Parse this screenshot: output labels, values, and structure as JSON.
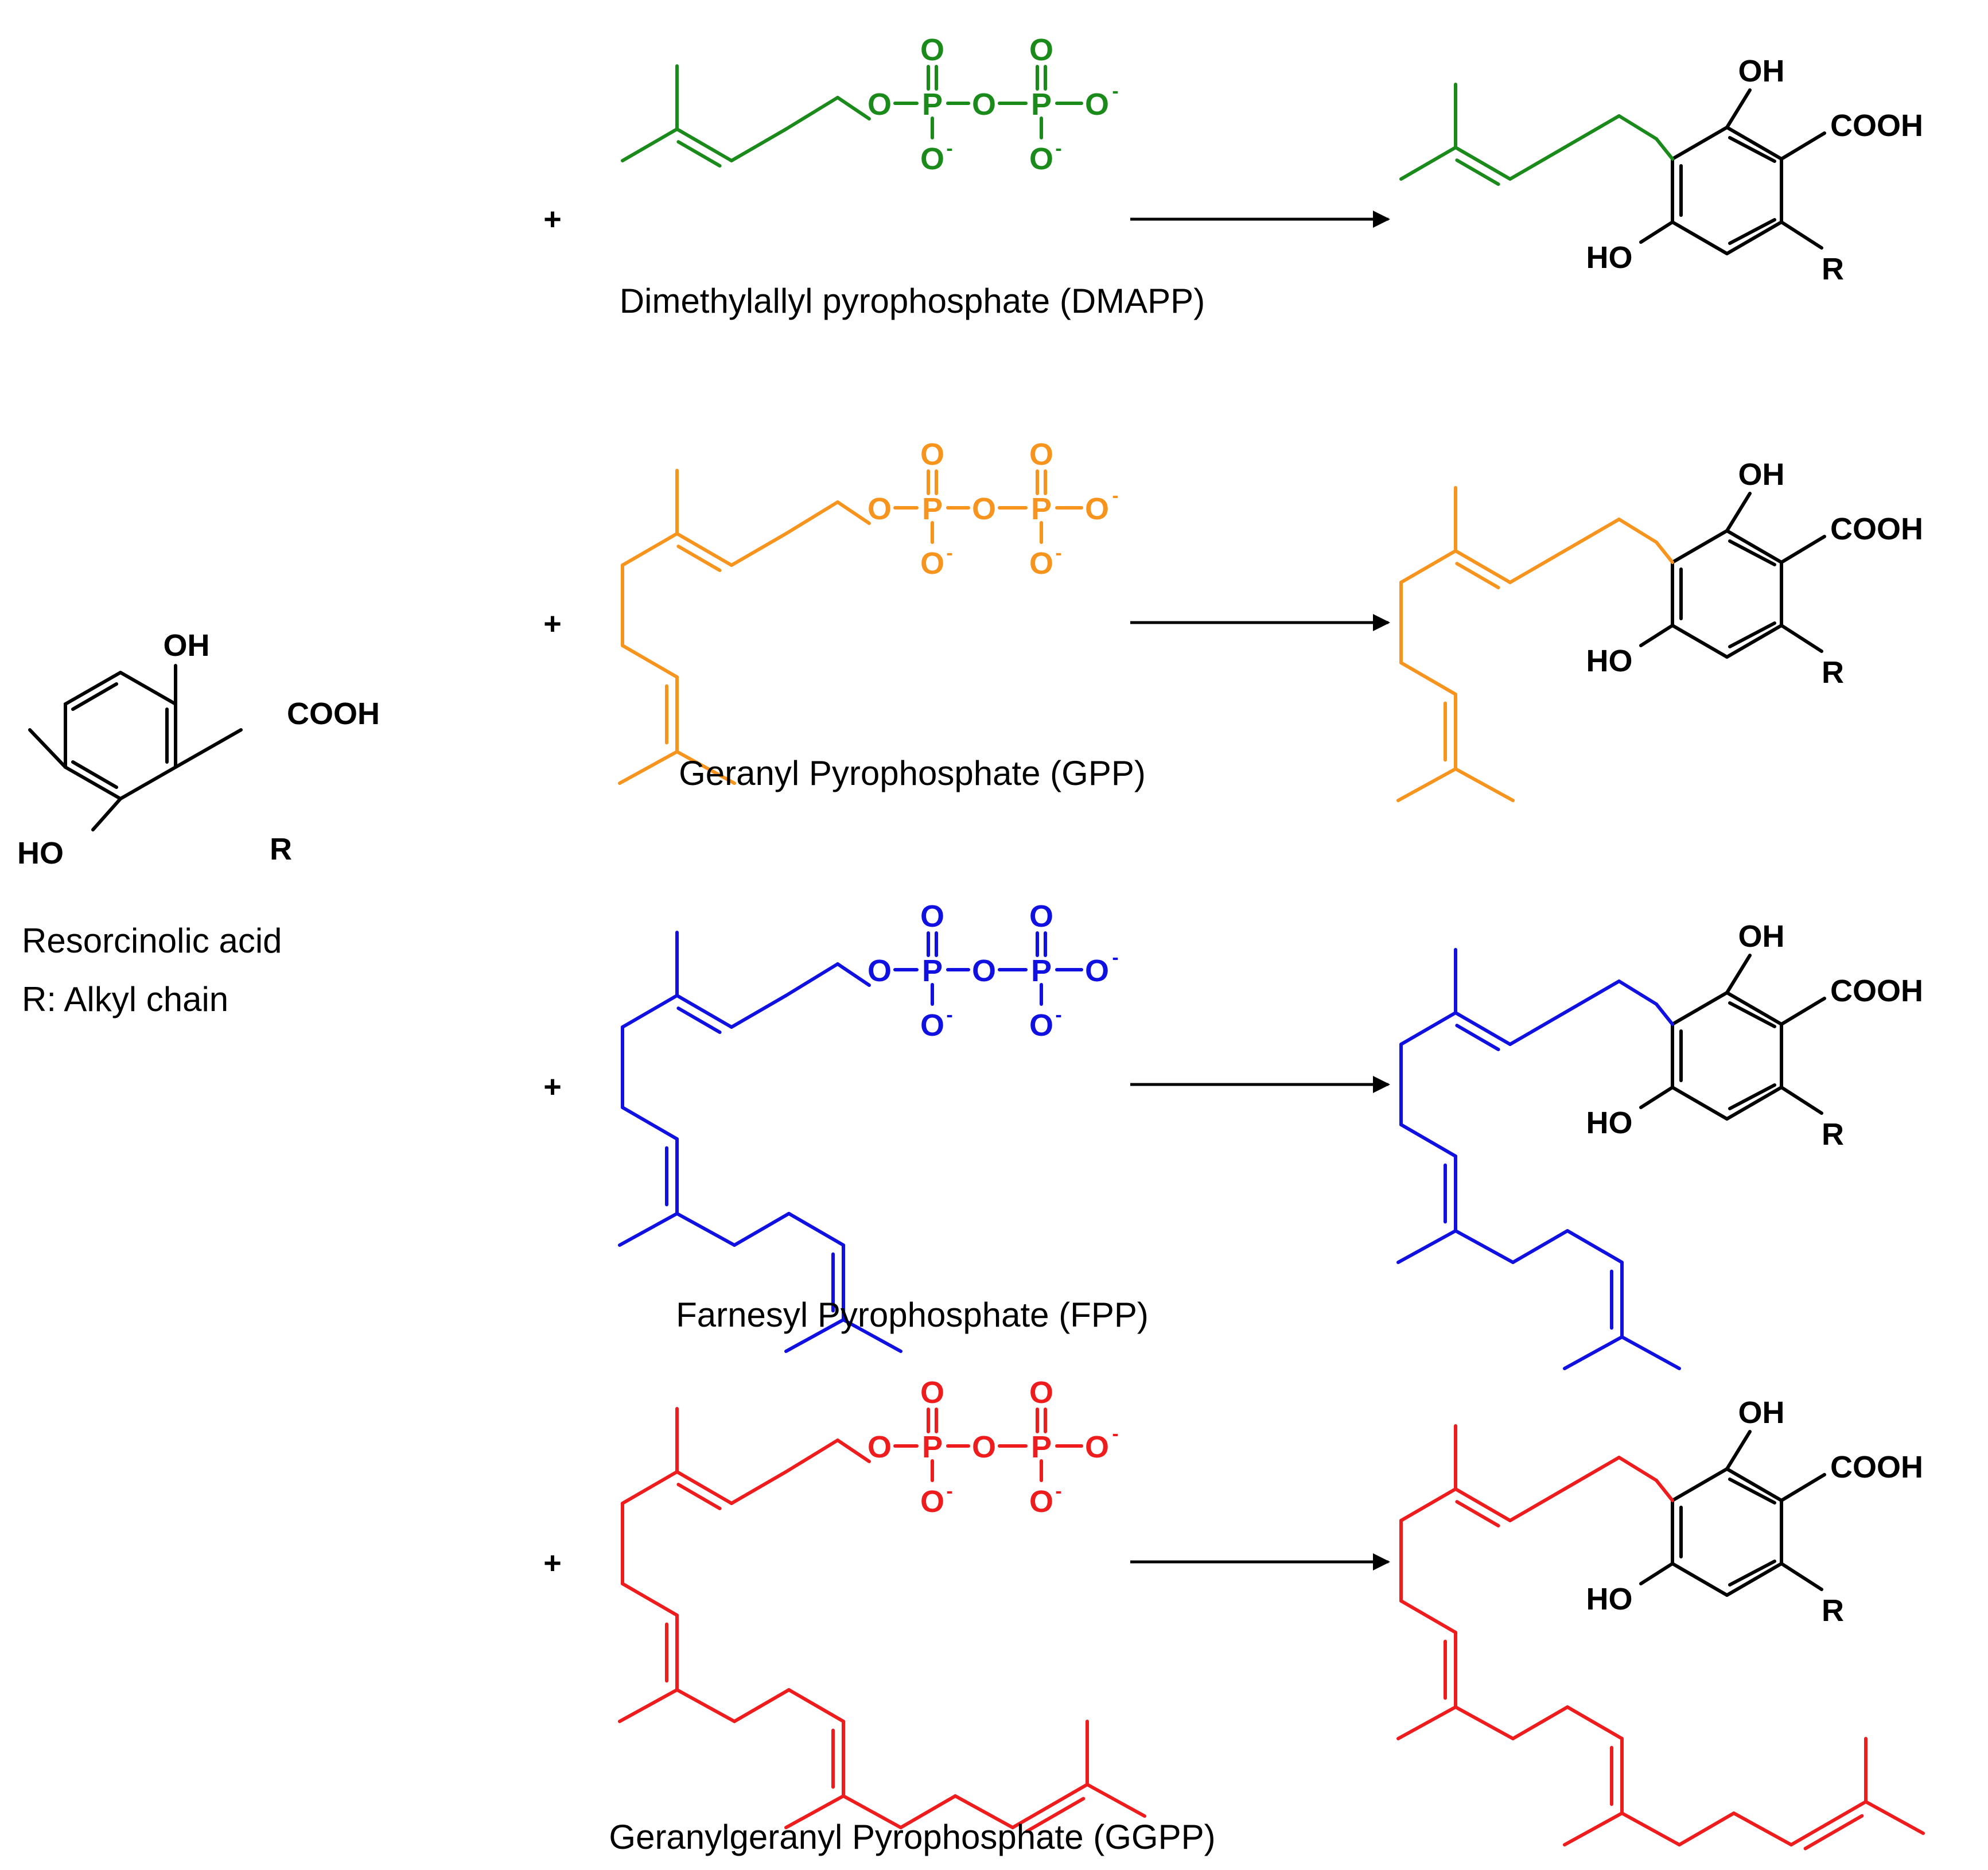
{
  "resorcinolic": {
    "name": "Resorcinolic acid",
    "r_note": "R: Alkyl chain",
    "oh": "OH",
    "cooh": "COOH",
    "ho": "HO",
    "r": "R"
  },
  "plus_sign": "+",
  "phosphate_labels": {
    "o": "O",
    "p": "P",
    "charge": "-"
  },
  "reactions": [
    {
      "name": "Dimethylallyl pyrophosphate (DMAPP)",
      "color": "#1a8a1a",
      "units": 1
    },
    {
      "name": "Geranyl Pyrophosphate (GPP)",
      "color": "#f7941d",
      "units": 2
    },
    {
      "name": "Farnesyl Pyrophosphate (FPP)",
      "color": "#1010e0",
      "units": 3
    },
    {
      "name": "Geranylgeranyl Pyrophosphate (GGPP)",
      "color": "#ee1c1c",
      "units": 4
    }
  ],
  "product_labels": {
    "oh": "OH",
    "cooh": "COOH",
    "ho": "HO",
    "r": "R"
  }
}
